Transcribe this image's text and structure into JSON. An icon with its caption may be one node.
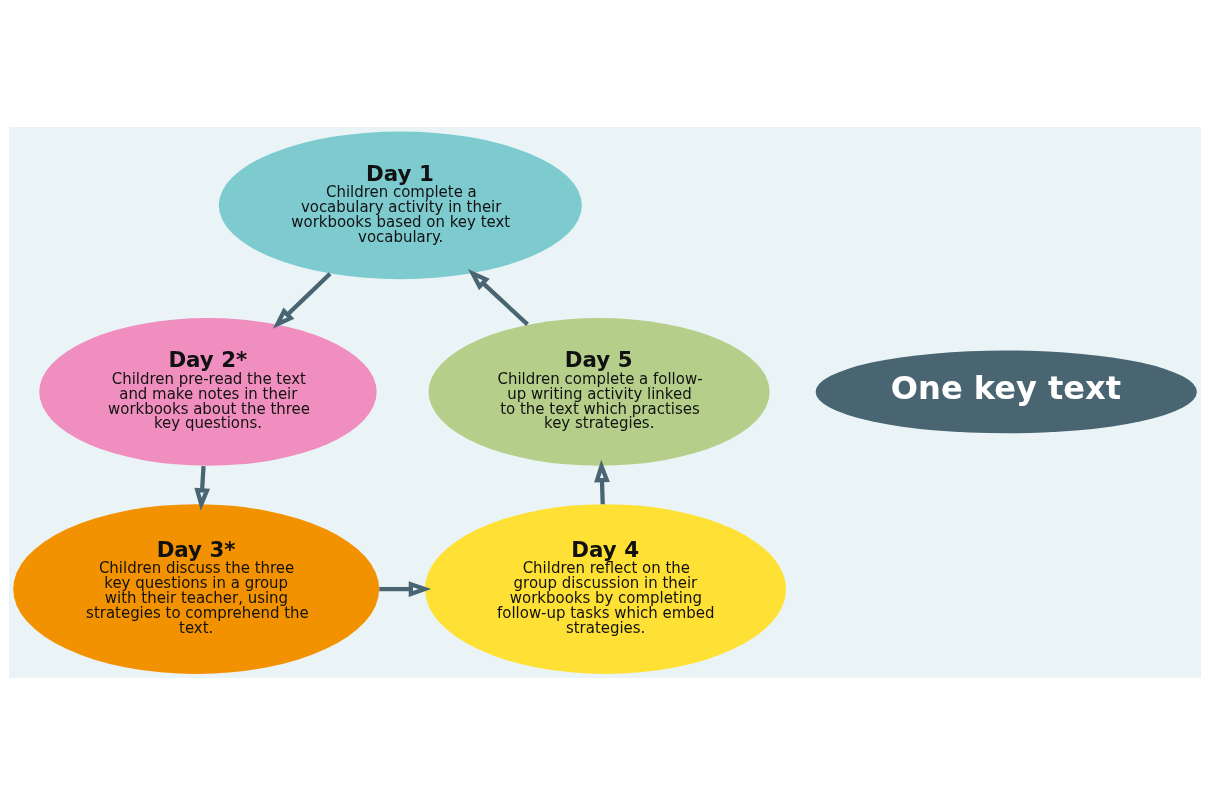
{
  "diagram": {
    "nodes": [
      {
        "text": [
          "Day 1",
          "Children complete a vocabulary activity in their workbooks based on key text vocabulary."
        ]
      },
      {
        "text": [
          "Day 2*",
          "Children pre-read the text and make notes in their workbooks about the three key questions."
        ]
      },
      {
        "text": [
          "Day 3*",
          "Children discuss the three key questions in a group with their teacher, using strategies to comprehend the text."
        ]
      },
      {
        "text": [
          "Day 4",
          "Children reflect on the group discussion in their workbooks by completing follow-up tasks which embed strategies."
        ]
      },
      {
        "text": [
          "Day 5",
          "Children complete a follow-up writing activity linked to the text which practises key strategies."
        ]
      },
      {
        "text": [
          "One key text"
        ]
      }
    ],
    "edges": [
      {
        "from": 0,
        "to": 1,
        "arrow": "to"
      },
      {
        "from": 1,
        "to": 2,
        "arrow": "to"
      },
      {
        "from": 2,
        "to": 3,
        "arrow": "to"
      },
      {
        "from": 3,
        "to": 4,
        "arrow": "to"
      },
      {
        "from": 4,
        "to": 0,
        "arrow": "to"
      }
    ]
  }
}
